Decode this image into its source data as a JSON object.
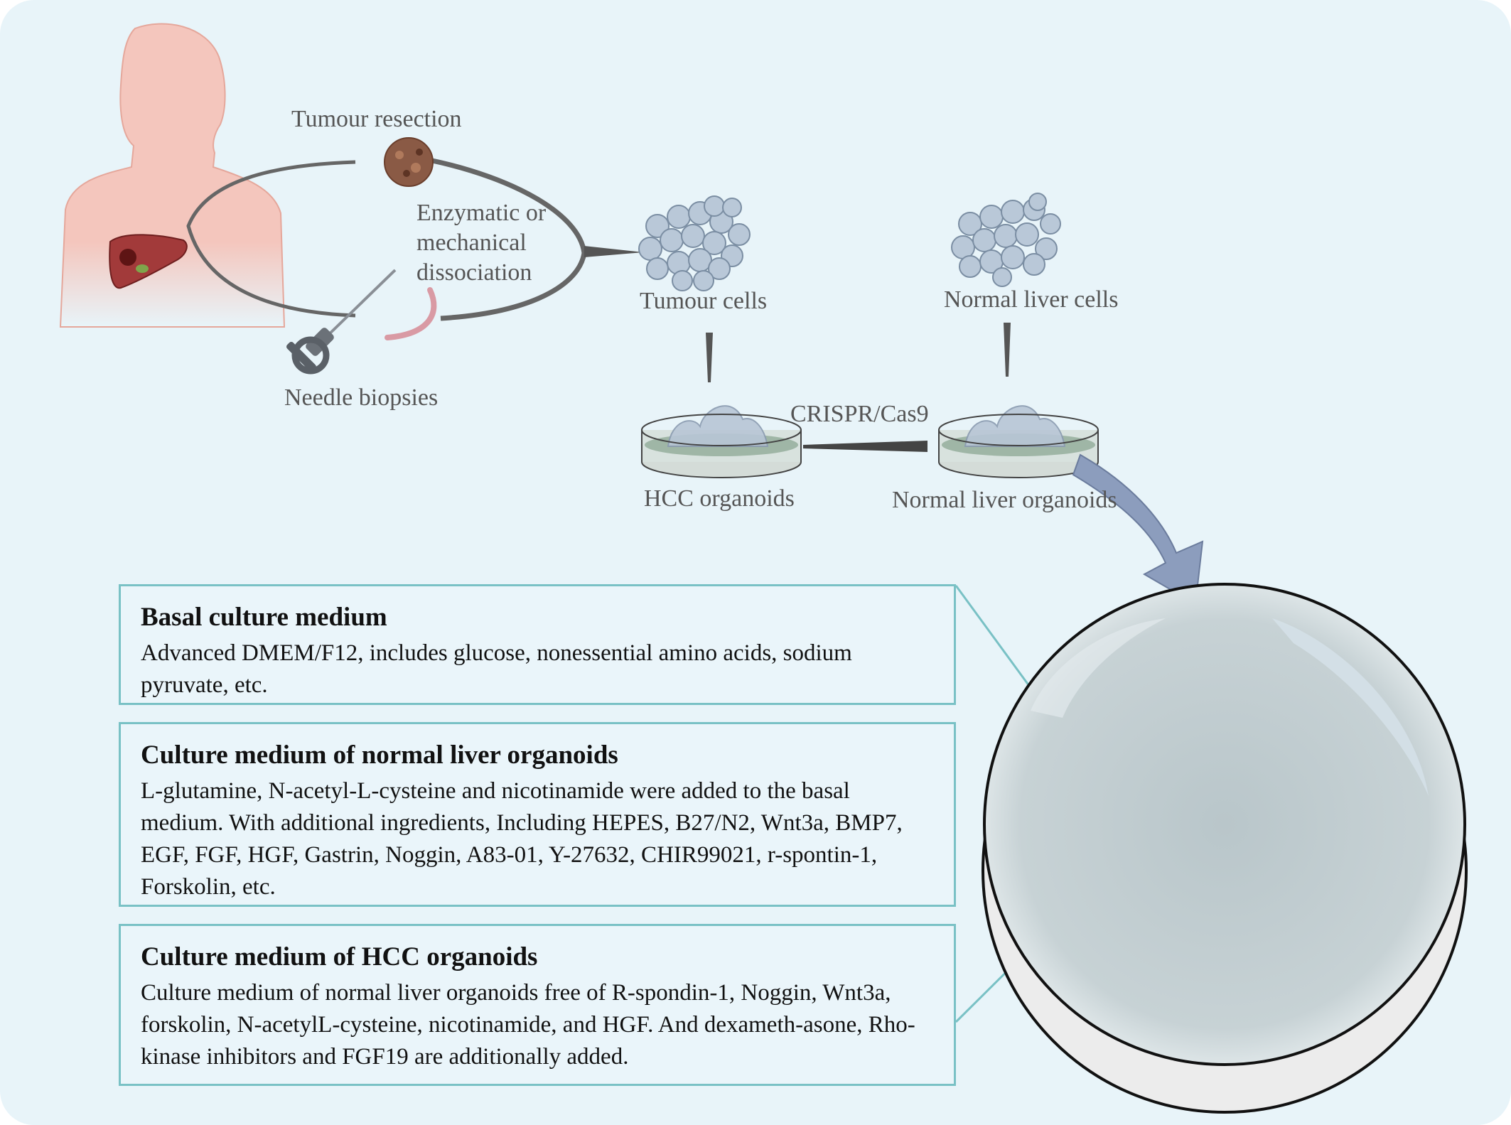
{
  "labels": {
    "tumour_resection": "Tumour resection",
    "dissociation": [
      "Enzymatic or",
      "mechanical",
      "dissociation"
    ],
    "needle_biopsies": "Needle biopsies",
    "tumour_cells": "Tumour cells",
    "normal_liver_cells": "Normal liver cells",
    "crispr": "CRISPR/Cas9",
    "hcc_organoids": "HCC organoids",
    "normal_liver_organoids": "Normal liver organoids"
  },
  "media": [
    {
      "title": "Basal culture medium",
      "body": "Advanced DMEM/F12, includes glucose, nonessential amino acids, sodium pyruvate, etc."
    },
    {
      "title": "Culture medium of normal liver organoids",
      "body": "L-glutamine, N-acetyl-L-cysteine and nicotinamide were added to the basal medium. With additional ingredients, Including HEPES, B27/N2, Wnt3a, BMP7, EGF, FGF, HGF, Gastrin, Noggin, A83-01, Y-27632, CHIR99021, r-spontin-1, Forskolin, etc."
    },
    {
      "title": "Culture medium of HCC organoids",
      "body": "Culture medium of normal liver organoids free of R-spondin-1, Noggin, Wnt3a,  forskolin, N-acetylL-cysteine, nicotinamide, and HGF. And dexameth-asone, Rho-kinase inhibitors and FGF19 are additionally added."
    }
  ],
  "colors": {
    "background": "#e8f4f9",
    "box_border": "#79c1c5",
    "body_silhouette": "#f4c6bd",
    "liver": "#a23a3a",
    "cells": "#b9c8d8",
    "arrow": "#8c9dbd"
  }
}
